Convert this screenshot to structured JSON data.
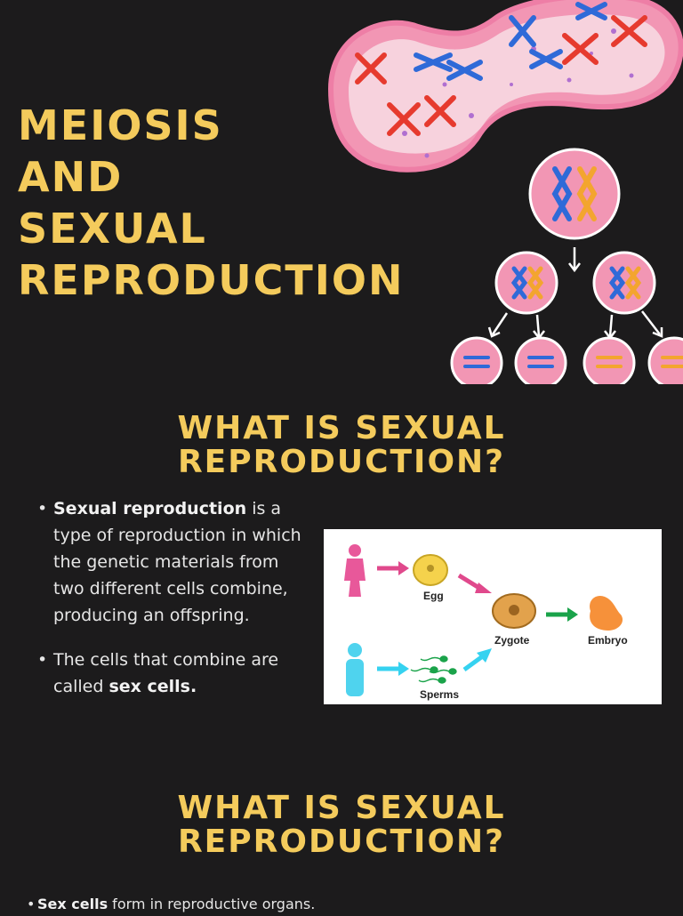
{
  "title": {
    "line1": "MEIOSIS",
    "line2": "AND",
    "line3": "SEXUAL",
    "line4": "REPRODUCTION"
  },
  "section1": {
    "heading_line1": "WHAT IS SEXUAL",
    "heading_line2": "REPRODUCTION?",
    "bullet1": {
      "bold": "Sexual reproduction",
      "text": " is a type of reproduction in which the genetic materials from two different cells combine, producing an offspring."
    },
    "bullet2": {
      "text": "The cells that combine are called ",
      "bold": "sex cells."
    }
  },
  "diagram": {
    "egg_label": "Egg",
    "sperms_label": "Sperms",
    "zygote_label": "Zygote",
    "embryo_label": "Embryo",
    "colors": {
      "female": "#e8589a",
      "male": "#4fd3ee",
      "pink_arrow": "#e0498c",
      "cyan_arrow": "#35d2f0",
      "green_arrow": "#1aa34a",
      "embryo": "#f6913a"
    }
  },
  "section2": {
    "heading_line1": "WHAT IS SEXUAL",
    "heading_line2": "REPRODUCTION?",
    "bullet1": {
      "bold": "Sex cells",
      "text": " form in reproductive organs."
    }
  },
  "colors": {
    "background": "#1c1b1c",
    "heading": "#f4cb5c",
    "body_text": "#e6e6e6",
    "cell_pink": "#f296b4",
    "chromosome_blue": "#2f6ad8",
    "chromosome_red": "#e63a2e",
    "chromosome_orange": "#f3a52f"
  },
  "icons": [
    "dividing-cell-illustration",
    "meiosis-diagram-icon",
    "female-figure-icon",
    "male-figure-icon",
    "egg-cell-icon",
    "sperm-icon",
    "zygote-icon",
    "embryo-icon"
  ]
}
